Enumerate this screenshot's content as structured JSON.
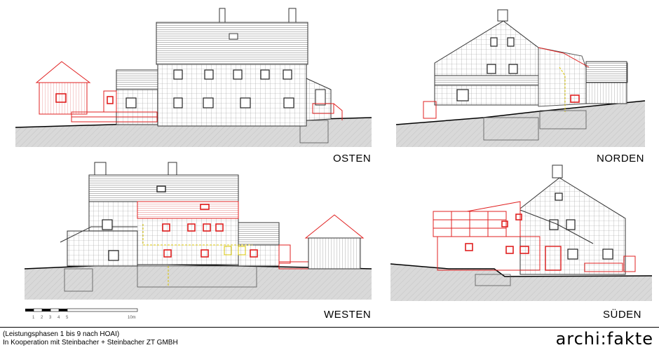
{
  "labels": {
    "east": "OSTEN",
    "north": "NORDEN",
    "west": "WESTEN",
    "south": "SÜDEN"
  },
  "scale": {
    "ticks": [
      "1",
      "2",
      "3",
      "4",
      "5"
    ],
    "end_label": "10m"
  },
  "footer": {
    "line1": "(Leistungsphasen 1 bis 9 nach HOAI)",
    "line2": "In Kooperation mit Steinbacher + Steinbacher ZT GMBH"
  },
  "brand": "archi:fakte",
  "colors": {
    "existing": "#444444",
    "new": "#e02020",
    "demolition": "#d8c400",
    "ground_fill": "#d9d9d9"
  }
}
